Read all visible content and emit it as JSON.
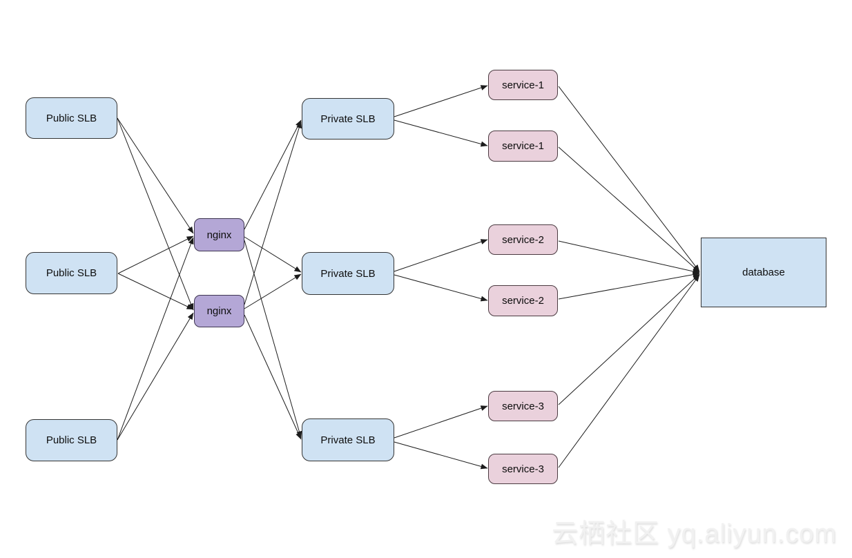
{
  "diagram": {
    "nodes": [
      {
        "id": "public-slb-1",
        "label": "Public SLB"
      },
      {
        "id": "public-slb-2",
        "label": "Public SLB"
      },
      {
        "id": "public-slb-3",
        "label": "Public SLB"
      },
      {
        "id": "nginx-1",
        "label": "nginx"
      },
      {
        "id": "nginx-2",
        "label": "nginx"
      },
      {
        "id": "private-slb-1",
        "label": "Private SLB"
      },
      {
        "id": "private-slb-2",
        "label": "Private SLB"
      },
      {
        "id": "private-slb-3",
        "label": "Private SLB"
      },
      {
        "id": "service-1a",
        "label": "service-1"
      },
      {
        "id": "service-1b",
        "label": "service-1"
      },
      {
        "id": "service-2a",
        "label": "service-2"
      },
      {
        "id": "service-2b",
        "label": "service-2"
      },
      {
        "id": "service-3a",
        "label": "service-3"
      },
      {
        "id": "service-3b",
        "label": "service-3"
      },
      {
        "id": "database",
        "label": "database"
      }
    ],
    "edges": [
      {
        "from": "public-slb-1",
        "to": "nginx-1"
      },
      {
        "from": "public-slb-1",
        "to": "nginx-2"
      },
      {
        "from": "public-slb-2",
        "to": "nginx-1"
      },
      {
        "from": "public-slb-2",
        "to": "nginx-2"
      },
      {
        "from": "public-slb-3",
        "to": "nginx-1"
      },
      {
        "from": "public-slb-3",
        "to": "nginx-2"
      },
      {
        "from": "nginx-1",
        "to": "private-slb-1"
      },
      {
        "from": "nginx-1",
        "to": "private-slb-2"
      },
      {
        "from": "nginx-1",
        "to": "private-slb-3"
      },
      {
        "from": "nginx-2",
        "to": "private-slb-1"
      },
      {
        "from": "nginx-2",
        "to": "private-slb-2"
      },
      {
        "from": "nginx-2",
        "to": "private-slb-3"
      },
      {
        "from": "private-slb-1",
        "to": "service-1a"
      },
      {
        "from": "private-slb-1",
        "to": "service-1b"
      },
      {
        "from": "private-slb-2",
        "to": "service-2a"
      },
      {
        "from": "private-slb-2",
        "to": "service-2b"
      },
      {
        "from": "private-slb-3",
        "to": "service-3a"
      },
      {
        "from": "private-slb-3",
        "to": "service-3b"
      },
      {
        "from": "service-1a",
        "to": "database"
      },
      {
        "from": "service-1b",
        "to": "database"
      },
      {
        "from": "service-2a",
        "to": "database"
      },
      {
        "from": "service-2b",
        "to": "database"
      },
      {
        "from": "service-3a",
        "to": "database"
      },
      {
        "from": "service-3b",
        "to": "database"
      }
    ]
  },
  "watermark": {
    "text": "云栖社区 yq.aliyun.com"
  },
  "colors": {
    "slb_fill": "#cfe2f3",
    "nginx_fill": "#b4a7d6",
    "service_fill": "#ead1dc",
    "database_fill": "#cfe2f3",
    "border": "#333333",
    "edge_line": "#1c1c1c"
  }
}
